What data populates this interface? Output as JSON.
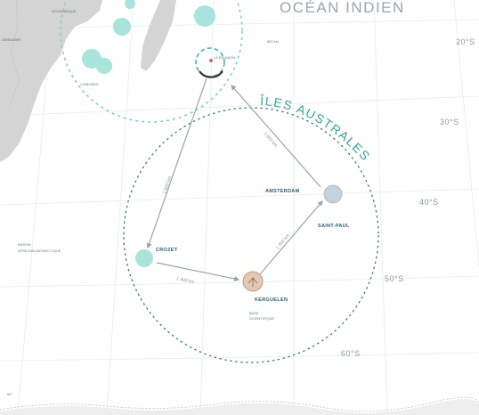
{
  "ocean_label": "OCÉAN INDIEN",
  "region_label": "ÎLES AUSTRALES",
  "latitudes": [
    "20°S",
    "30°S",
    "40°S",
    "50°S",
    "60°S"
  ],
  "islands": {
    "amsterdam": "AMSTERDAM",
    "saint_paul": "SAINT-PAUL",
    "crozet": "CROZET",
    "kerguelen": "KERGUELEN",
    "reunion": "LA RÉUNION"
  },
  "distances": {
    "reunion_crozet": "2 860 km",
    "reunion_amsterdam": "2 860 km",
    "crozet_kerguelen": "1 400 km",
    "kerguelen_amsterdam": "1 400 km"
  },
  "colors": {
    "teal": "#7ecfc7",
    "teal_dark": "#3aa09a",
    "land": "#d3d3d3",
    "kerguelen": "#d9b9a1",
    "amsterdam": "#b8c9d6"
  }
}
